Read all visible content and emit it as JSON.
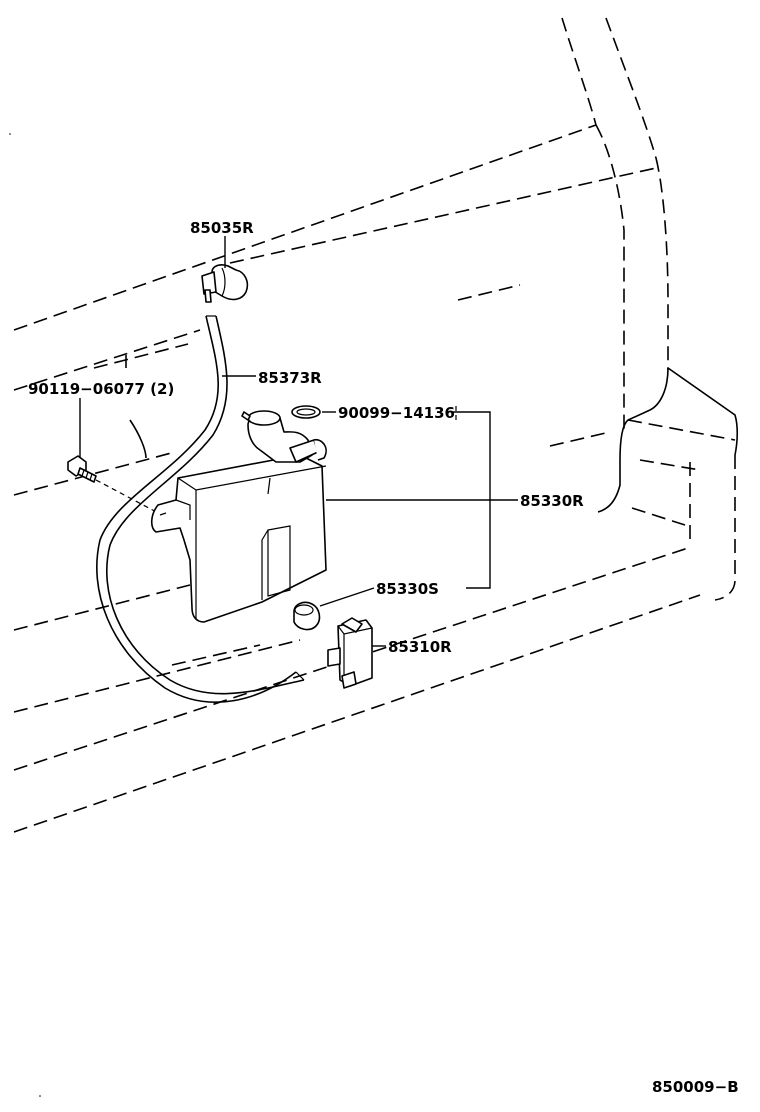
{
  "diagram": {
    "figure_code": "850009−B",
    "parts": [
      {
        "id": "p1",
        "label": "85035R"
      },
      {
        "id": "p2",
        "label": "85373R"
      },
      {
        "id": "p3",
        "label": "90119−06077 (2)"
      },
      {
        "id": "p4",
        "label": "90099−14136"
      },
      {
        "id": "p5",
        "label": "85330R"
      },
      {
        "id": "p6",
        "label": "85330S"
      },
      {
        "id": "p7",
        "label": "85310R"
      }
    ]
  }
}
